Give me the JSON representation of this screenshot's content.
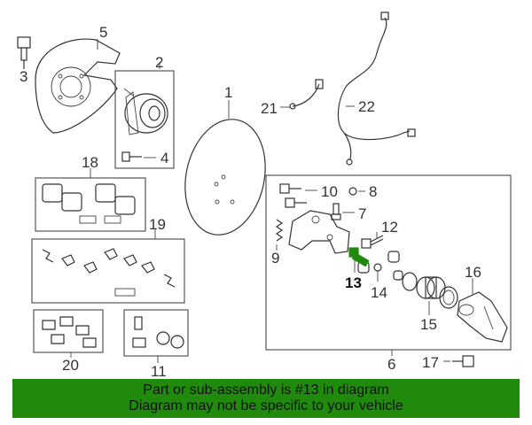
{
  "callouts": {
    "p1": "1",
    "p2": "2",
    "p3": "3",
    "p4": "4",
    "p5": "5",
    "p6": "6",
    "p7": "7",
    "p8": "8",
    "p9": "9",
    "p10": "10",
    "p11": "11",
    "p12": "12",
    "p13": "13",
    "p14": "14",
    "p15": "15",
    "p16": "16",
    "p17": "17",
    "p18": "18",
    "p19": "19",
    "p20": "20",
    "p21": "21",
    "p22": "22"
  },
  "highlight": {
    "part": "13",
    "color": "#1f8a0c"
  },
  "banner": {
    "line1": "Part or sub-assembly is #13 in diagram",
    "line2": "Diagram may not be specific to your vehicle",
    "color": "#1f8a0c"
  }
}
